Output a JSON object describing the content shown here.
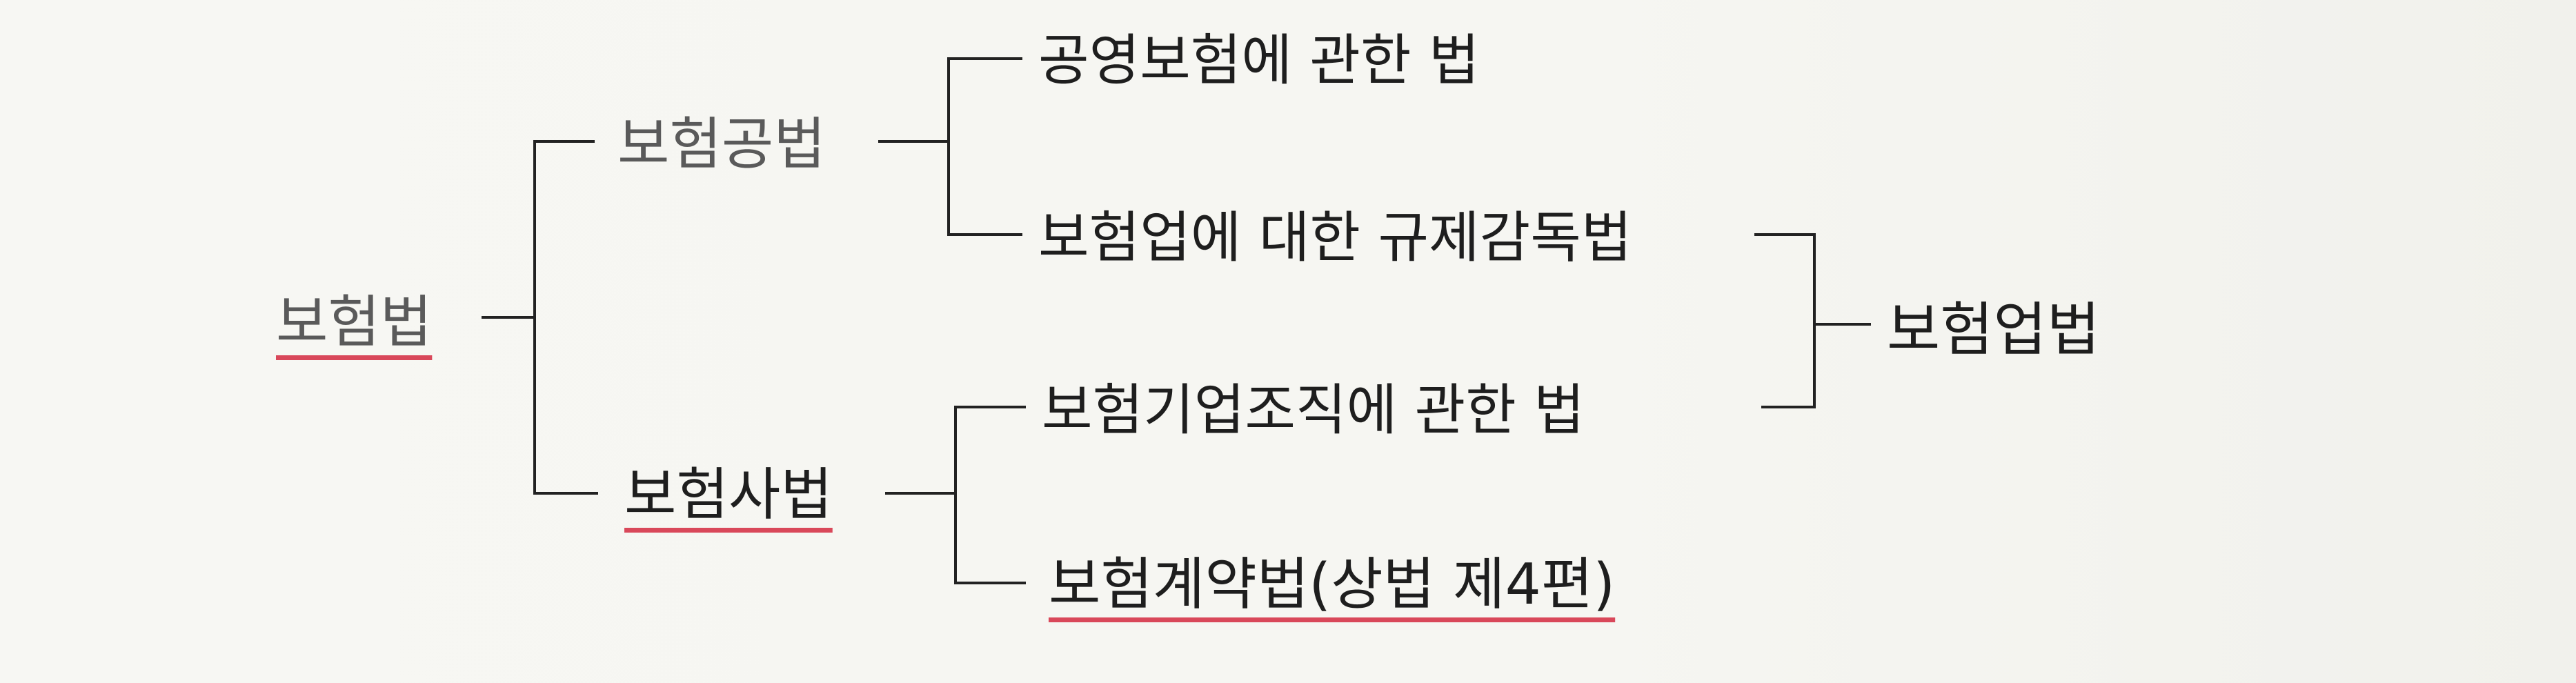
{
  "diagram": {
    "root": "보험법",
    "public_law": "보험공법",
    "private_law": "보험사법",
    "public_children": [
      "공영보험에 관한 법",
      "보험업에 대한 규제감독법"
    ],
    "private_children": [
      "보험기업조직에 관한 법",
      "보험계약법(상법 제4편)"
    ],
    "group_label": "보험업법",
    "colors": {
      "line": "#222222",
      "underline": "#d9485a",
      "gray_text": "#5a5a5a",
      "dark_text": "#1e1e1e"
    }
  }
}
